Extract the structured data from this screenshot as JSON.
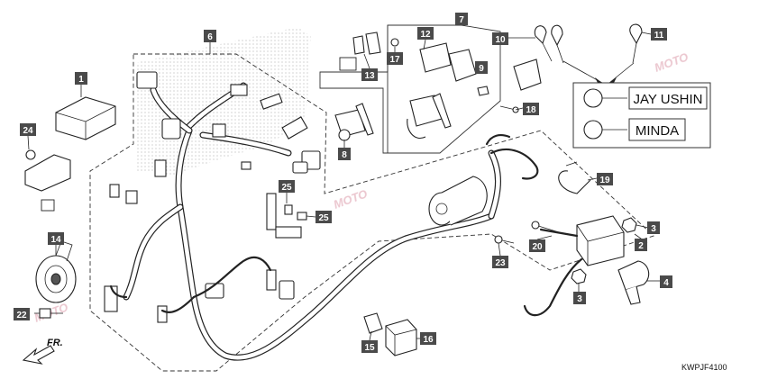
{
  "diagram": {
    "callouts": [
      {
        "id": "c1",
        "label": "1"
      },
      {
        "id": "c2",
        "label": "2"
      },
      {
        "id": "c3a",
        "label": "3"
      },
      {
        "id": "c3b",
        "label": "3"
      },
      {
        "id": "c4",
        "label": "4"
      },
      {
        "id": "c6",
        "label": "6"
      },
      {
        "id": "c7",
        "label": "7"
      },
      {
        "id": "c8",
        "label": "8"
      },
      {
        "id": "c9",
        "label": "9"
      },
      {
        "id": "c10",
        "label": "10"
      },
      {
        "id": "c11",
        "label": "11"
      },
      {
        "id": "c12",
        "label": "12"
      },
      {
        "id": "c13",
        "label": "13"
      },
      {
        "id": "c14",
        "label": "14"
      },
      {
        "id": "c15",
        "label": "15"
      },
      {
        "id": "c16",
        "label": "16"
      },
      {
        "id": "c17",
        "label": "17"
      },
      {
        "id": "c18",
        "label": "18"
      },
      {
        "id": "c19",
        "label": "19"
      },
      {
        "id": "c20",
        "label": "20"
      },
      {
        "id": "c22",
        "label": "22"
      },
      {
        "id": "c23",
        "label": "23"
      },
      {
        "id": "c24",
        "label": "24"
      },
      {
        "id": "c25a",
        "label": "25"
      },
      {
        "id": "c25b",
        "label": "25"
      }
    ],
    "legend": {
      "brand_1": "JAY USHIN",
      "brand_2": "MINDA"
    },
    "direction_label": "FR.",
    "diagram_code": "KWPJF4100",
    "watermark": "MOTO"
  }
}
